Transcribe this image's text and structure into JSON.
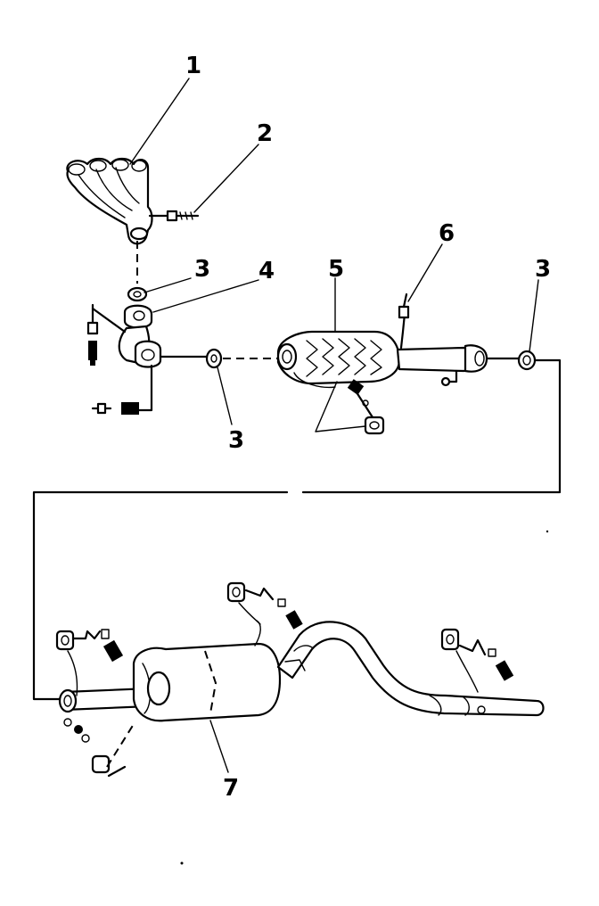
{
  "diagram": {
    "callouts": [
      {
        "id": "c1",
        "text": "1"
      },
      {
        "id": "c2",
        "text": "2"
      },
      {
        "id": "c3a",
        "text": "3"
      },
      {
        "id": "c4",
        "text": "4"
      },
      {
        "id": "c5",
        "text": "5"
      },
      {
        "id": "c6",
        "text": "6"
      },
      {
        "id": "c3b",
        "text": "3"
      },
      {
        "id": "c3c",
        "text": "3"
      },
      {
        "id": "c7",
        "text": "7"
      }
    ]
  }
}
